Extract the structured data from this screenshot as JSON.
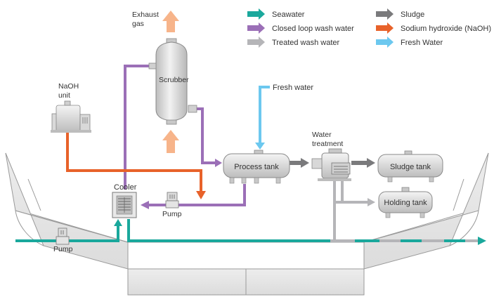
{
  "legend": {
    "items": [
      {
        "label": "Seawater",
        "color": "#1aa89c"
      },
      {
        "label": "Closed loop wash water",
        "color": "#9b6fb7"
      },
      {
        "label": "Treated wash water",
        "color": "#b5b5b8"
      },
      {
        "label": "Sludge",
        "color": "#7a7a7c"
      },
      {
        "label": "Sodium hydroxide (NaOH)",
        "color": "#e8622a"
      },
      {
        "label": "Fresh Water",
        "color": "#6cc8ef"
      }
    ]
  },
  "labels": {
    "exhaust_line1": "Exhaust",
    "exhaust_line2": "gas",
    "scrubber": "Scrubber",
    "naoh_line1": "NaOH",
    "naoh_line2": "unit",
    "fresh_water": "Fresh water",
    "water_treatment_line1": "Water",
    "water_treatment_line2": "treatment",
    "process_tank": "Process tank",
    "sludge_tank": "Sludge tank",
    "holding_tank": "Holding tank",
    "cooler": "Cooler",
    "pump_upper": "Pump",
    "pump_lower": "Pump"
  },
  "colors": {
    "seawater": "#1aa89c",
    "closed_loop": "#9b6fb7",
    "treated": "#b5b5b8",
    "sludge": "#7a7a7c",
    "naoh": "#e8622a",
    "fresh": "#6cc8ef",
    "exhaust": "#f7b48a",
    "equipment": "#dcdcdc",
    "hull": "#e6e6e6"
  },
  "icons": {
    "exhaust_arrow": "arrow-up-icon",
    "scrubber": "scrubber-icon",
    "naoh_unit": "naoh-unit-icon",
    "cooler": "cooler-icon",
    "pump": "pump-icon",
    "water_treatment": "water-treatment-icon"
  }
}
